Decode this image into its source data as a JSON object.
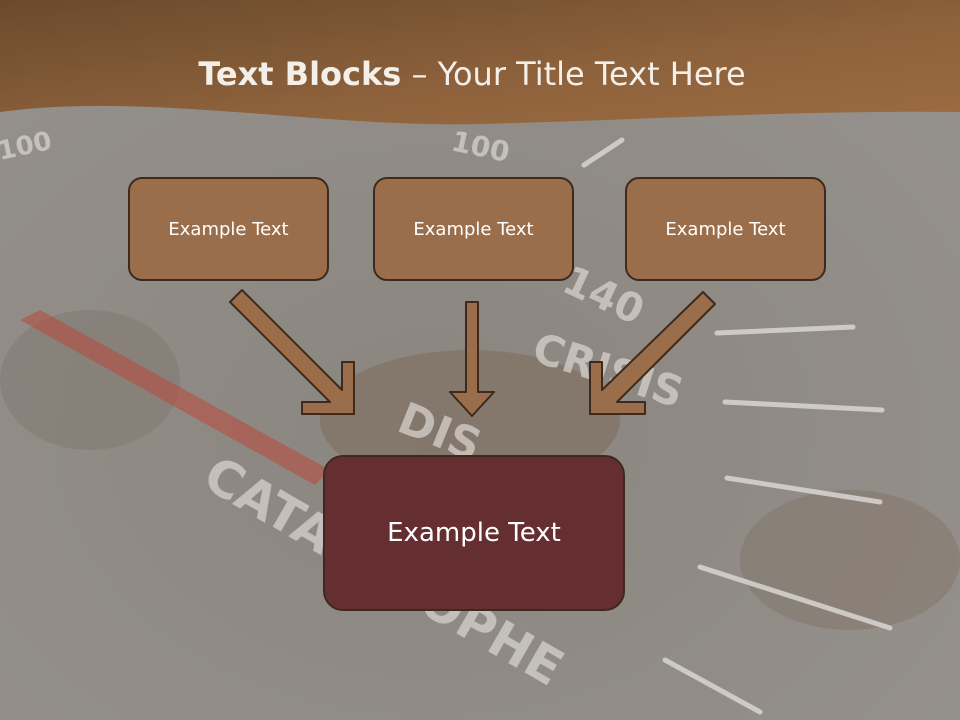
{
  "title": {
    "bold": "Text Blocks",
    "dash": " – ",
    "rest": "Your Title Text Here"
  },
  "blocks": [
    {
      "label": "Example Text"
    },
    {
      "label": "Example Text"
    },
    {
      "label": "Example Text"
    }
  ],
  "main_block": {
    "label": "Example Text"
  },
  "colors": {
    "header": "#8a5f3a",
    "small_box": "#9a6e4b",
    "main_box": "#652e30",
    "arrow": "#9a6e4b",
    "background": "#8f8b86"
  }
}
